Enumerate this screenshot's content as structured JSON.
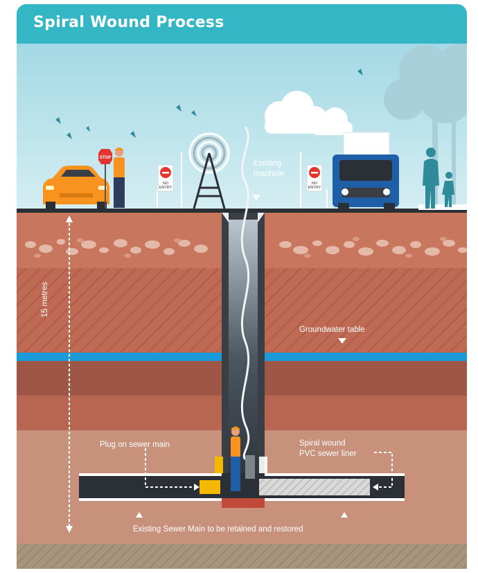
{
  "header": {
    "title": "Spiral Wound Process"
  },
  "signs": {
    "stop": "STOP",
    "no_entry_line1": "NO",
    "no_entry_line2": "ENTRY"
  },
  "labels": {
    "existing_manhole_line1": "Existing",
    "existing_manhole_line2": "manhole",
    "depth": "15 metres",
    "groundwater": "Groundwater table",
    "plug": "Plug on sewer main",
    "liner_line1": "Spiral wound",
    "liner_line2": "PVC sewer liner",
    "sewer_main": "Existing Sewer Main to be retained and restored"
  },
  "colors": {
    "header": "#34b6c4",
    "sky_top": "#9fd8e4",
    "topsoil": "#c8765e",
    "water": "#1a9ad8",
    "pipe": "#2b2f36",
    "plug": "#f5b800"
  }
}
